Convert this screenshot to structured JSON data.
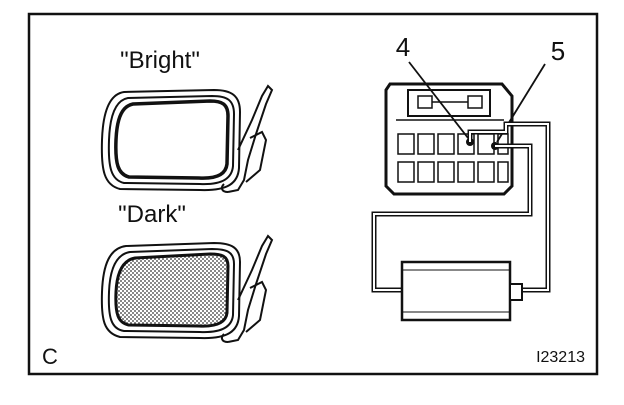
{
  "diagram": {
    "labels": {
      "bright": "\"Bright\"",
      "dark": "\"Dark\"",
      "terminal_4": "4",
      "terminal_5": "5",
      "corner_code": "C",
      "figure_id": "I23213"
    },
    "colors": {
      "ink": "#111111",
      "background": "#ffffff",
      "dark_tint": "#8a8a8a"
    }
  }
}
